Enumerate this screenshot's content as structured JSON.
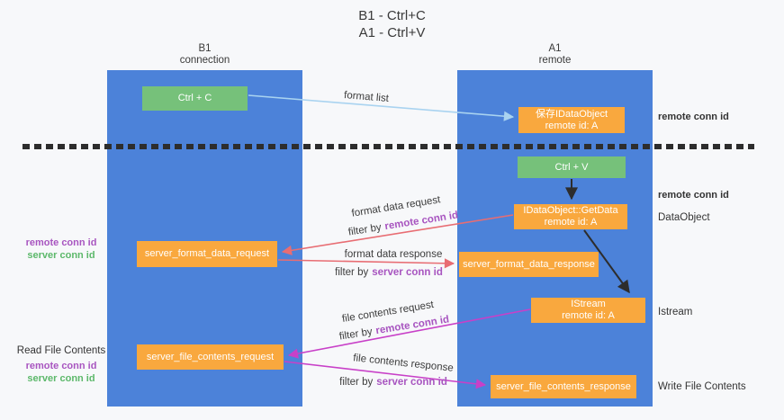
{
  "title": {
    "line1": "B1 - Ctrl+C",
    "line2": "A1 - Ctrl+V"
  },
  "lanes": {
    "left": {
      "name": "B1",
      "role": "connection"
    },
    "right": {
      "name": "A1",
      "role": "remote"
    }
  },
  "boxes": {
    "ctrl_c": {
      "label": "Ctrl + C"
    },
    "save_dataobject": {
      "line1": "保存IDataObject",
      "line2": "remote id: A"
    },
    "ctrl_v": {
      "label": "Ctrl + V"
    },
    "getdata": {
      "line1": "IDataObject::GetData",
      "line2": "remote id: A"
    },
    "server_format_data_request": {
      "label": "server_format_data_request"
    },
    "server_format_data_response": {
      "label": "server_format_data_response"
    },
    "istream": {
      "line1": "IStream",
      "line2": "remote id: A"
    },
    "server_file_contents_request": {
      "label": "server_file_contents_request"
    },
    "server_file_contents_response": {
      "label": "server_file_contents_response"
    }
  },
  "arrow_labels": {
    "format_list": "format list",
    "format_data_request": "format data request",
    "format_data_response": "format data response",
    "file_contents_request": "file contents request",
    "file_contents_response": "file contents response",
    "filter_by": "filter by",
    "remote_conn_id": "remote conn id",
    "server_conn_id": "server conn id"
  },
  "side_labels": {
    "remote_conn_id": "remote conn id",
    "server_conn_id": "server conn id",
    "dataobject": "DataObject",
    "istream": "Istream",
    "read_file_contents": "Read File Contents",
    "write_file_contents": "Write File Contents"
  },
  "colors": {
    "lane_blue": "#4c82d9",
    "box_green": "#76c17a",
    "box_orange": "#f9a83e",
    "arrow_light_blue": "#a9d3f0",
    "arrow_red": "#e86d73",
    "arrow_magenta": "#c840c8",
    "arrow_black": "#2d2d2d",
    "conn_id_purple": "#a855c0",
    "conn_id_green": "#5cb86a",
    "background": "#f7f8fa"
  }
}
